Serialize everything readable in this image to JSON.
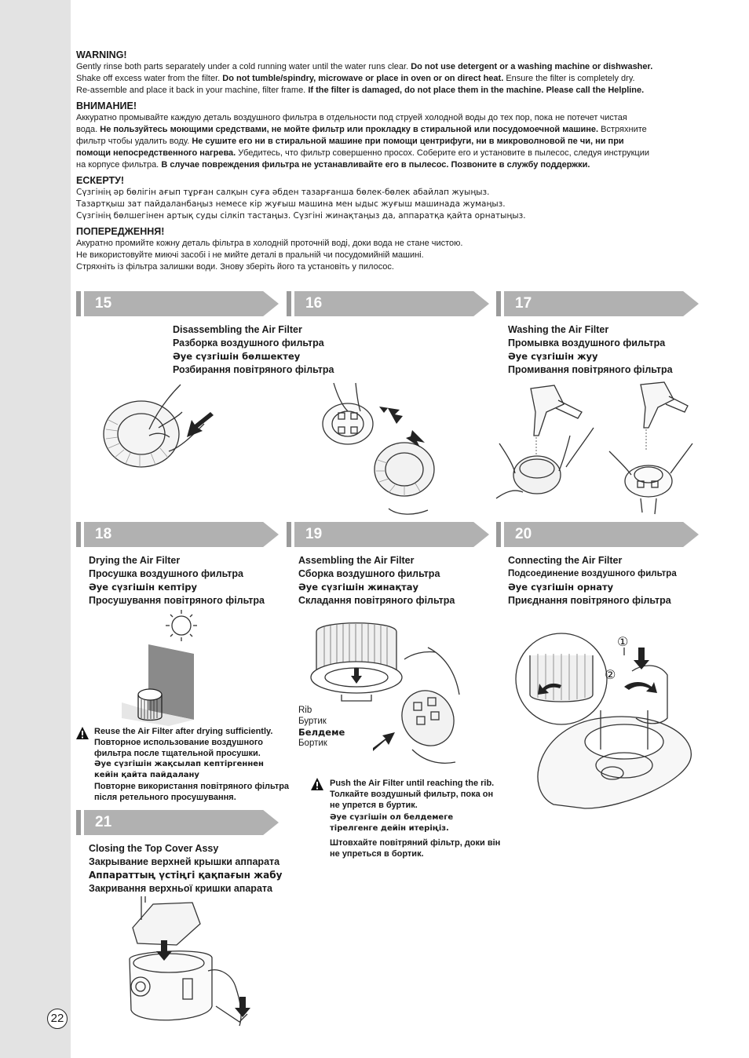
{
  "page": {
    "number": "22"
  },
  "warnings": [
    {
      "heading": "WARNING!",
      "lines": [
        [
          {
            "t": "Gently rinse both parts separately under a cold running water until the water runs clear. ",
            "b": false
          },
          {
            "t": "Do not use detergent or a washing machine or dishwasher.",
            "b": true
          }
        ],
        [
          {
            "t": "Shake off excess water from the filter. ",
            "b": false
          },
          {
            "t": "Do not tumble/spindry, microwave or place in oven or on direct heat.",
            "b": true
          },
          {
            "t": " Ensure the filter is completely dry.",
            "b": false
          }
        ],
        [
          {
            "t": "Re-assemble and place it back in your machine, filter frame. ",
            "b": false
          },
          {
            "t": "If the filter is damaged, do not place them in the machine. Please call the Helpline.",
            "b": true
          }
        ]
      ]
    },
    {
      "heading": "ВНИМАНИЕ!",
      "lines": [
        [
          {
            "t": "Аккуратно промывайте каждую деталь воздушного фильтра в отдельности под струей холодной воды до тех пор, пока не потечет чистая",
            "b": false
          }
        ],
        [
          {
            "t": "вода. ",
            "b": false
          },
          {
            "t": "Не пользуйтесь моющими средствами, не мойте фильтр или прокладку в стиральной или посудомоечной машине.",
            "b": true
          },
          {
            "t": " Встряхните",
            "b": false
          }
        ],
        [
          {
            "t": "фильтр чтобы удалить воду. ",
            "b": false
          },
          {
            "t": "Не сушите его ни в стиральной машине при помощи центрифуги, ни в микроволновой пе чи, ни при",
            "b": true
          }
        ],
        [
          {
            "t": "помощи непосредственного нагрева.",
            "b": true
          },
          {
            "t": " Убедитесь, что фильтр совершенно просох. Соберите его и установите в пылесос, следуя инструкции",
            "b": false
          }
        ],
        [
          {
            "t": "на корпусе фильтра. ",
            "b": false
          },
          {
            "t": "В случае повреждения фильтра не устанавливайте его в пылесос. Позвоните в службу поддержки.",
            "b": true
          }
        ]
      ]
    },
    {
      "heading": "ЕСКЕРТУ!",
      "kz": true,
      "lines": [
        [
          {
            "t": "Сүзгінің әр бөлігін ағып тұрған салқын суға әбден тазарғанша бөлек-бөлек абайлап жуыңыз.",
            "b": false
          }
        ],
        [
          {
            "t": "Тазартқыш зат пайдаланбаңыз немесе кір жуғыш машина мен ыдыс жуғыш машинада жумаңыз.",
            "b": false
          }
        ],
        [
          {
            "t": "Сүзгінің бөлшегінен артық суды сілкіп тастаңыз. Сүзгіні жинақтаңыз да, аппаратқа қайта орнатыңыз.",
            "b": false
          }
        ]
      ]
    },
    {
      "heading": "ПОПЕРЕДЖЕННЯ!",
      "lines": [
        [
          {
            "t": "Акуратно промийте кожну деталь фільтра в холодній проточній воді, доки вода не стане чистою.",
            "b": false
          }
        ],
        [
          {
            "t": "Не використовуйте миючі засобі і не мийте деталі в пральній чи посудомийній машині.",
            "b": false
          }
        ],
        [
          {
            "t": "Стряхніть із фільтра залишки води. Знову зберіть його та установіть у пилосос.",
            "b": false
          }
        ]
      ]
    }
  ],
  "steps": {
    "s15": {
      "num": "15",
      "titles": [
        "Disassembling the Air Filter",
        "Разборка воздушного фильтра",
        "Әуе сүзгішін бөлшектеу",
        "Розбирання повітряного фільтра"
      ]
    },
    "s16": {
      "num": "16"
    },
    "s17": {
      "num": "17",
      "titles": [
        "Washing the Air Filter",
        "Промывка воздушного фильтра",
        "Әуе сүзгішін жуу",
        "Промивання повітряного фільтра"
      ]
    },
    "s18": {
      "num": "18",
      "titles": [
        "Drying the Air Filter",
        "Просушка воздушного фильтра",
        "Әуе сүзгішін кептіру",
        "Просушування повітряного фільтра"
      ]
    },
    "s19": {
      "num": "19",
      "titles": [
        "Assembling the Air Filter",
        "Сборка воздушного фильтра",
        "Әуе сүзгішін жинақтау",
        "Складання повітряного фільтра"
      ]
    },
    "s20": {
      "num": "20",
      "titles": [
        "Connecting the Air Filter",
        "Подсоединение воздушного фильтра",
        "Әуе сүзгішін орнату",
        "Приєднання повітряного фільтра"
      ]
    },
    "s21": {
      "num": "21",
      "titles": [
        "Closing the Top Cover Assy",
        "Закрывание верхней крышки  аппарата",
        "Аппараттың үстіңгі қақпағын жабу",
        "Закривання верхньої кришки апарата"
      ]
    }
  },
  "notes": {
    "dry": [
      "Reuse the Air Filter after drying sufficiently.",
      "Повторное использование воздушного",
      "фильтра после тщательной просушки.",
      "Әуе сүзгішін жақсылап кептіргеннен",
      "кейін қайта пайдалану",
      "Повторне використання повітряного фільтра",
      "після ретельного просушування."
    ],
    "push": [
      "Push the Air Filter until reaching the rib.",
      "Толкайте воздушный фильтр, пока он",
      "не упрется в буртик.",
      "Әуе сүзгішін ол белдемеге",
      "тірелгенге дейін итеріңіз.",
      "Штовхайте повітряний фільтр, доки він",
      "не упреться в бортик."
    ]
  },
  "rib_labels": [
    "Rib",
    "Буртик",
    "Белдеме",
    "Бортик"
  ],
  "step20_markers": [
    "①",
    "②"
  ]
}
